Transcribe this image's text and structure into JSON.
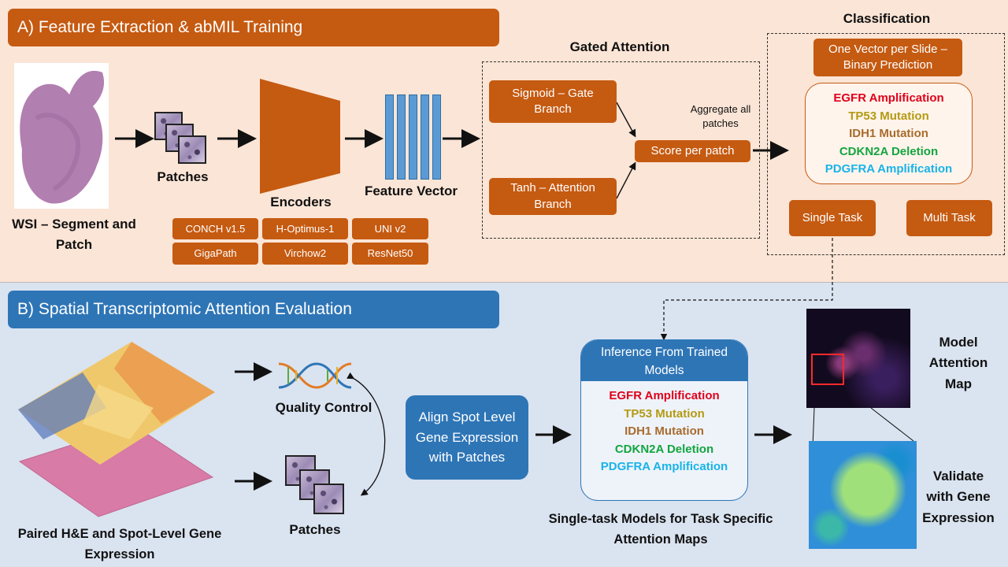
{
  "panelA": {
    "header": "A) Feature Extraction & abMIL Training",
    "wsi_label": "WSI – Segment and Patch",
    "patches_label": "Patches",
    "encoders_label": "Encoders",
    "feature_vector_label": "Feature Vector",
    "encoders": [
      "CONCH v1.5",
      "H-Optimus-1",
      "UNI v2",
      "GigaPath",
      "Virchow2",
      "ResNet50"
    ],
    "gated_attention": {
      "title": "Gated Attention",
      "sigmoid": "Sigmoid – Gate Branch",
      "tanh": "Tanh – Attention Branch",
      "aggregate_note": "Aggregate all patches",
      "score": "Score per patch"
    },
    "classification": {
      "title": "Classification",
      "binary": "One Vector per Slide – Binary Prediction",
      "targets": [
        "EGFR Amplification",
        "TP53 Mutation",
        "IDH1 Mutation",
        "CDKN2A Deletion",
        "PDGFRA Amplification"
      ],
      "single_task": "Single Task",
      "multi_task": "Multi Task"
    }
  },
  "panelB": {
    "header": "B) Spatial Transcriptomic Attention Evaluation",
    "paired_label": "Paired H&E and Spot-Level Gene Expression",
    "qc_label": "Quality Control",
    "patches_label": "Patches",
    "align": "Align Spot Level Gene Expression with Patches",
    "inference": {
      "title": "Inference From Trained Models",
      "targets": [
        "EGFR Amplification",
        "TP53 Mutation",
        "IDH1 Mutation",
        "CDKN2A Deletion",
        "PDGFRA Amplification"
      ]
    },
    "single_task_caption": "Single-task Models for Task Specific Attention Maps",
    "attention_map_label": "Model Attention Map",
    "validate_label": "Validate with Gene Expression"
  },
  "colors": {
    "orange": "#c55a11",
    "blue": "#2e75b6",
    "panel_a_bg": "#fbe5d6",
    "panel_b_bg": "#dae3f0",
    "feature_bar": "#5b9bd5"
  }
}
